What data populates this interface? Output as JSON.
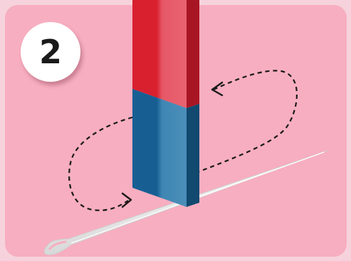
{
  "step": {
    "number": "2"
  },
  "illustration": {
    "objects": [
      "bar-magnet",
      "sewing-needle",
      "stroking-motion-arrow"
    ],
    "magnet_colors": {
      "north": "#d62433",
      "south": "#1d6a9c"
    },
    "needle_color": "#f4f4f4",
    "background_color": "#f7aec0"
  }
}
